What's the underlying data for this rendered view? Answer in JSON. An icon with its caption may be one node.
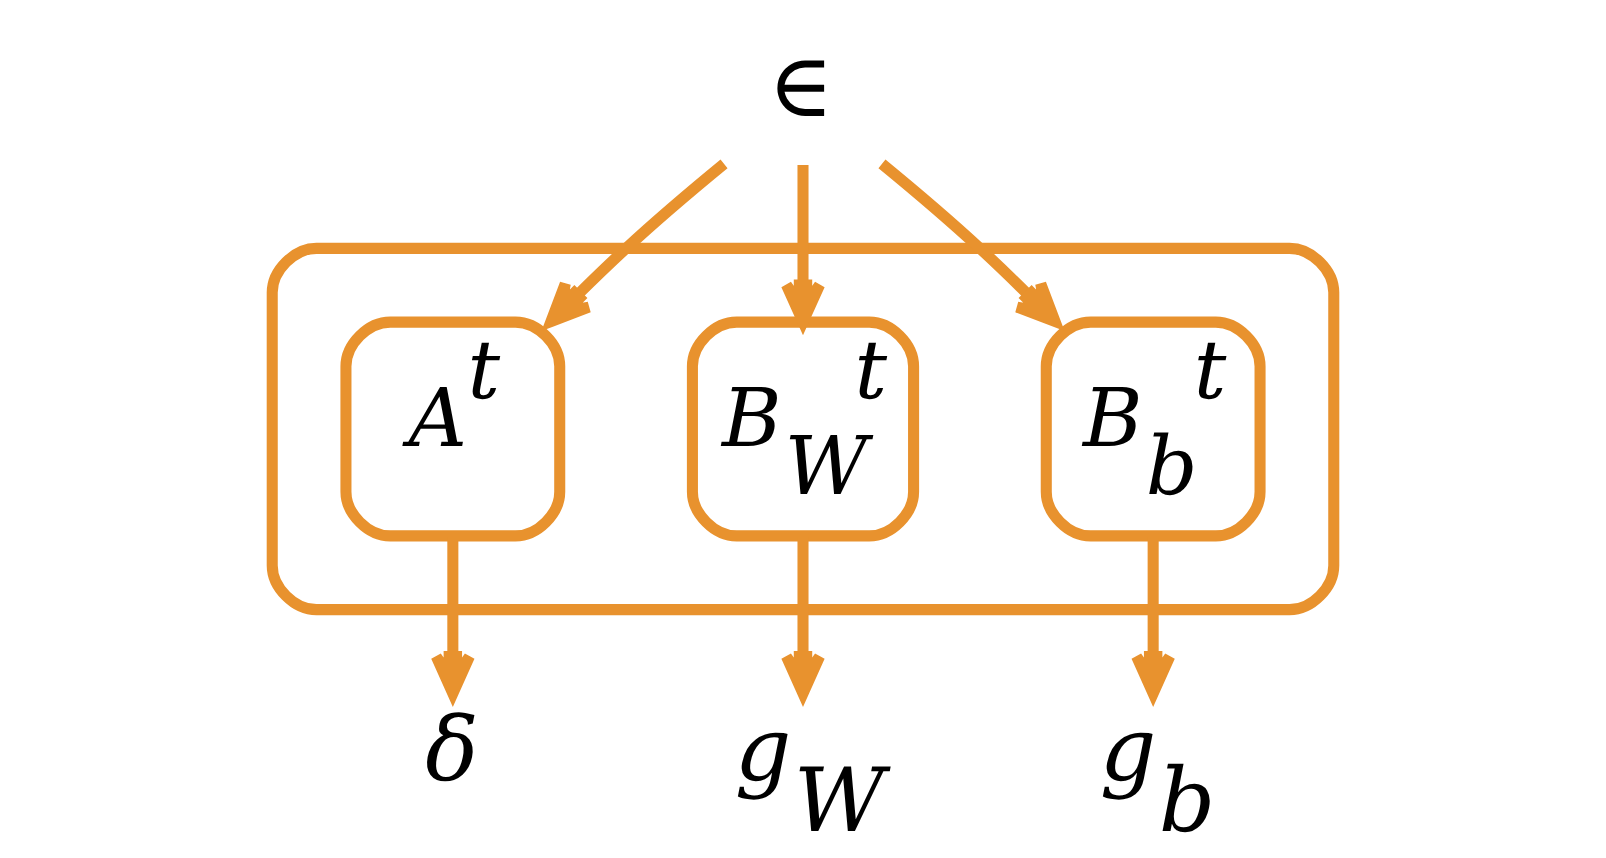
{
  "diagram": {
    "nodes": [
      {
        "text": [],
        "shape": "box"
      },
      {
        "text": [
          "A$^{t}$"
        ],
        "in": 0
      },
      {
        "text": [
          "B$_{W}$$^{t}$"
        ],
        "in": 0
      },
      {
        "text": [
          "B$_{b}$$^{t}$"
        ],
        "in": 0
      },
      {
        "text": [
          "δ"
        ]
      },
      {
        "text": [
          "∈"
        ]
      },
      {
        "text": [
          "g$_{W}$"
        ]
      },
      {
        "text": [
          "g$_{b}$"
        ]
      }
    ],
    "edges": [
      {
        "from": 5,
        "to": 1,
        "arrow": "to"
      },
      {
        "from": 1,
        "to": 4,
        "arrow": "to"
      },
      {
        "from": 5,
        "to": 2,
        "arrow": "to"
      },
      {
        "from": 5,
        "to": 3,
        "arrow": "to"
      },
      {
        "from": 2,
        "to": 6,
        "arrow": "to"
      },
      {
        "from": 3,
        "to": 7,
        "arrow": "to"
      }
    ]
  }
}
